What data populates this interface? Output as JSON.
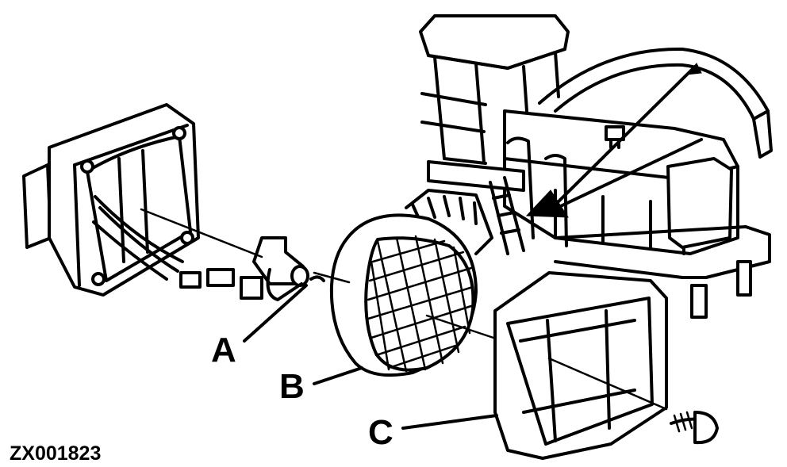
{
  "labels": {
    "a": "A",
    "b": "B",
    "c": "C"
  },
  "figure_id": "ZX001823",
  "colors": {
    "ink": "#000000",
    "paper": "#ffffff"
  }
}
